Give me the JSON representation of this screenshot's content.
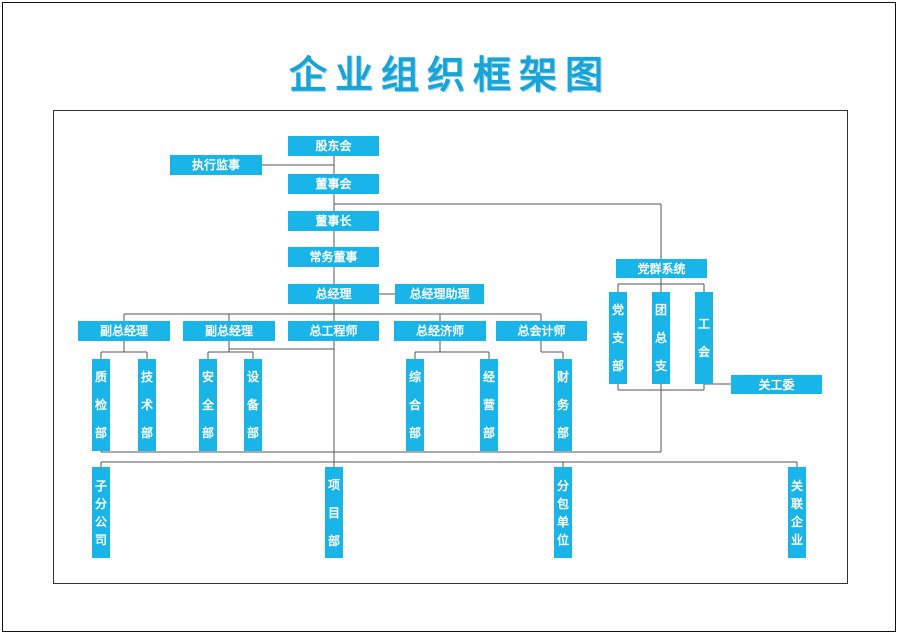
{
  "title": "企业组织框架图",
  "colors": {
    "box": "#19b4e8",
    "title": "#1aa3d6",
    "line": "#444444"
  },
  "nodes": {
    "shareholders": "股东会",
    "supervisor": "执行监事",
    "board": "董事会",
    "chairman": "董事长",
    "executive_director": "常务董事",
    "general_manager": "总经理",
    "gm_assistant": "总经理助理",
    "deputy_gm_1": "副总经理",
    "deputy_gm_2": "副总经理",
    "chief_engineer": "总工程师",
    "chief_economist": "总经济师",
    "chief_accountant": "总会计师",
    "quality_dept": "质检部",
    "tech_dept": "技术部",
    "safety_dept": "安全部",
    "equipment_dept": "设备部",
    "general_dept": "综合部",
    "business_dept": "经营部",
    "finance_dept": "财务部",
    "party_mass": "党群系统",
    "party_branch": "党支部",
    "youth_league": "团总支",
    "trade_union": "工会",
    "elder_committee": "关工委",
    "subsidiary": "子分公司",
    "project_dept": "项目部",
    "subcontractor": "分包单位",
    "affiliate": "关联企业"
  }
}
